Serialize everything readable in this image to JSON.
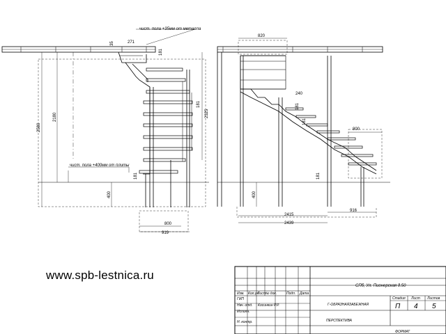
{
  "website": "www.spb-lestnica.ru",
  "left_view": {
    "note_top": "чист. пола +35мм от металла",
    "note_floor": "чист. пола +400мм от плиты",
    "dims": {
      "d2580": "2580",
      "d2180": "2180",
      "d400": "400",
      "d35": "35",
      "d271": "271",
      "d181a": "181",
      "d181b": "181",
      "d2325": "2325",
      "d181c": "181",
      "d800": "800",
      "d919": "919"
    }
  },
  "right_view": {
    "dims": {
      "d820": "820",
      "d240": "240",
      "d181a": "181",
      "d181b": "181",
      "d800": "800",
      "d400": "400",
      "d181c": "181",
      "d916": "916",
      "d2415": "2415",
      "d2439": "2439"
    }
  },
  "title_block": {
    "address": "СПб, Ул. Пионерская д.50",
    "project": "Г-ОБРАЗНАЯЗАБЕЖНАЯ",
    "sheet_title": "ПЕРСПЕКТИВА",
    "headers": [
      "Изм.",
      "Кол.уч",
      "Лист",
      "№ док.",
      "Подп.",
      "Дата"
    ],
    "rows": [
      "ГИП",
      "Нач. отд.",
      "Исполн.",
      "",
      "Н. контр."
    ],
    "executor_name": "Косинкин Р.Р.",
    "stage_label": "Стадия",
    "sheet_label": "Лист",
    "sheets_label": "Листов",
    "stage": "П",
    "sheet": "4",
    "sheets": "5",
    "format": "ФОРМАТ"
  }
}
